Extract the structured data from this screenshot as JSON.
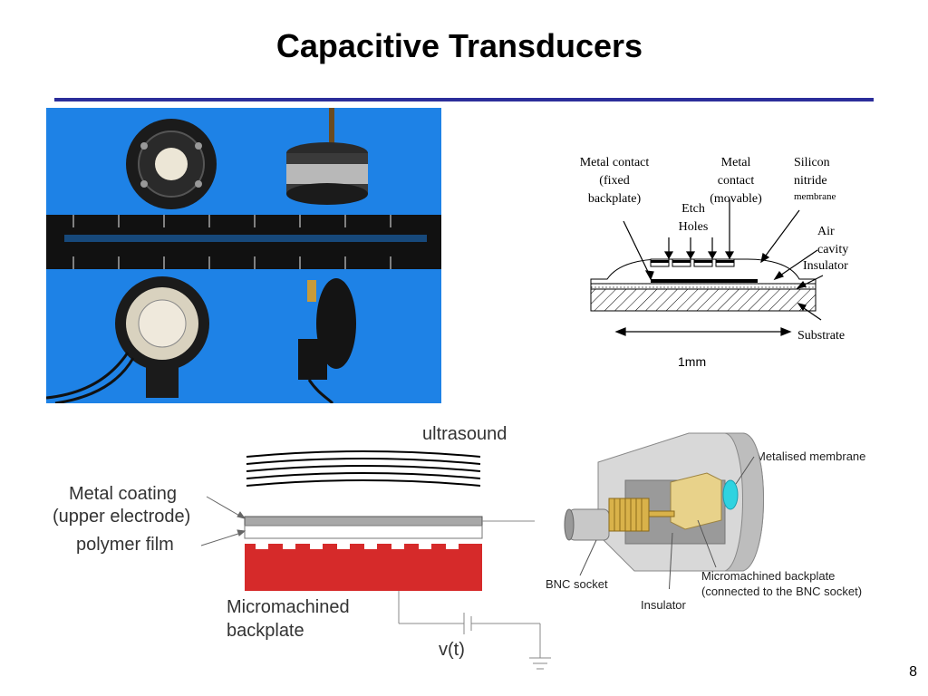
{
  "slide": {
    "title": "Capacitive Transducers",
    "page_number": "8"
  },
  "mems_diagram": {
    "labels": {
      "metal_contact_fixed": [
        "Metal contact",
        "(fixed",
        "backplate)"
      ],
      "etch_holes": [
        "Etch",
        "Holes"
      ],
      "metal_contact_movable": [
        "Metal",
        "contact",
        "(movable)"
      ],
      "silicon_nitride": [
        "Silicon",
        "nitride"
      ],
      "membrane": "membrane",
      "air_cavity": [
        "Air",
        "cavity"
      ],
      "insulator": "Insulator",
      "substrate": "Substrate",
      "scale": "1mm"
    }
  },
  "electrode_diagram": {
    "labels": {
      "ultrasound": "ultrasound",
      "metal_coating": [
        "Metal coating",
        "(upper electrode)"
      ],
      "polymer_film": "polymer film",
      "backplate": [
        "Micromachined",
        "backplate"
      ],
      "voltage": "v(t)"
    },
    "colors": {
      "backplate": "#d62a2a",
      "upper_electrode": "#a8a8a8"
    }
  },
  "device_cutaway": {
    "labels": {
      "metalised_membrane": "Metalised membrane",
      "bnc_socket": "BNC socket",
      "backplate": [
        "Micromachined backplate",
        "(connected to the BNC socket)"
      ],
      "insulator": "Insulator"
    }
  },
  "colors": {
    "rule": "#2b2d9a",
    "photo_background": "#1e82e6"
  }
}
